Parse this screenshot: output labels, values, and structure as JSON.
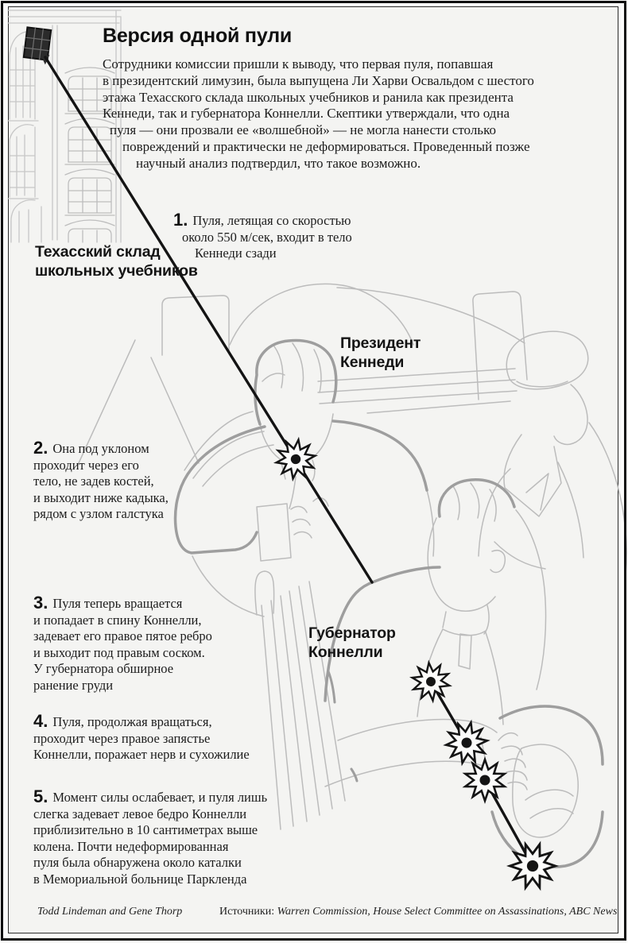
{
  "title": "Версия одной пули",
  "intro": {
    "lines": [
      "Сотрудники комиссии пришли к выводу, что первая пуля, попавшая",
      "в президентский лимузин, была выпущена Ли Харви Освальдом с шестого",
      "этажа Техасского склада школьных учебников и ранила как президента",
      "Кеннеди, так и губернатора Коннелли. Скептики утверждали, что одна",
      "пуля — они прозвали ее «волшебной» — не могла нанести столько",
      "повреждений и практически не деформироваться. Проведенный позже",
      "научный анализ подтвердил, что такое возможно."
    ]
  },
  "depository_label": {
    "lines": [
      "Техасский склад",
      "школьных учебников"
    ]
  },
  "figure_labels": {
    "kennedy": {
      "lines": [
        "Президент",
        "Кеннеди"
      ]
    },
    "connally": {
      "lines": [
        "Губернатор",
        "Коннелли"
      ]
    }
  },
  "annotations": [
    {
      "num": "1.",
      "lines": [
        "Пуля, летящая со скоростью",
        "около 550 м/сек, входит в тело",
        "Кеннеди сзади"
      ]
    },
    {
      "num": "2.",
      "lines": [
        "Она под уклоном",
        "проходит через его",
        "тело, не задев костей,",
        "и выходит ниже кадыка,",
        "рядом с узлом галстука"
      ]
    },
    {
      "num": "3.",
      "lines": [
        "Пуля теперь вращается",
        "и попадает в спину Коннелли,",
        "задевает его правое пятое ребро",
        "и выходит под правым соском.",
        "У губернатора обширное",
        "ранение груди"
      ]
    },
    {
      "num": "4.",
      "lines": [
        "Пуля, продолжая вращаться,",
        "проходит через правое запястье",
        "Коннелли, поражает нерв и сухожилие"
      ]
    },
    {
      "num": "5.",
      "lines": [
        "Момент силы ослабевает, и пуля лишь",
        "слегка задевает левое бедро Коннелли",
        "приблизительно в 10 сантиметрах выше",
        "колена. Почти недеформированная",
        "пуля была обнаружена около каталки",
        "в Мемориальной больнице Паркленда"
      ]
    }
  ],
  "footer": {
    "credit": "Todd Lindeman and Gene Thorp",
    "sources_label": "Источники:",
    "sources": " Warren Commission, House Select Committee on Assassinations, ABC News"
  },
  "colors": {
    "background": "#f4f4f2",
    "trajectory": "#141414",
    "line_art_light": "#bcbcbc",
    "line_art_bold": "#9e9e9e",
    "dark_window": "#2b2b2b"
  }
}
